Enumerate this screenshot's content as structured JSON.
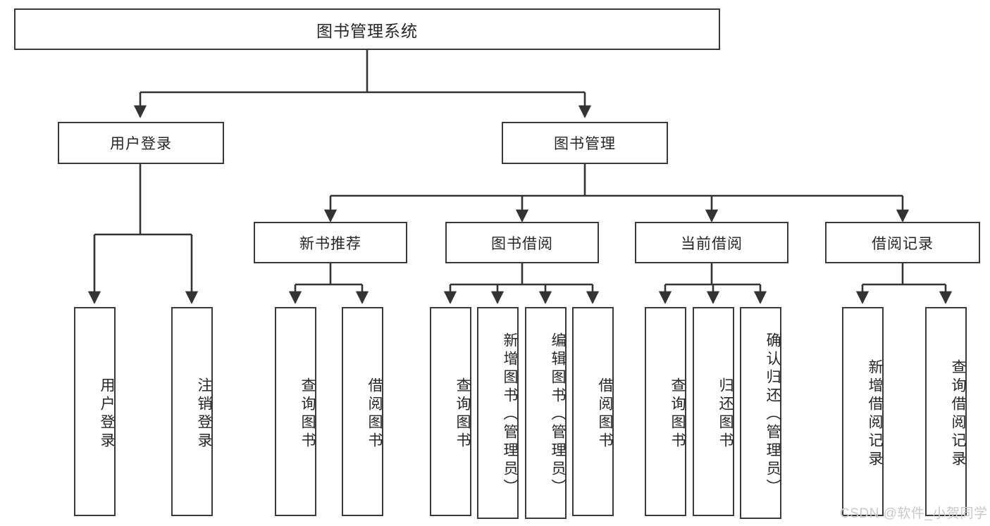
{
  "diagram": {
    "title": "图书管理系统",
    "type": "hierarchy-tree",
    "colors": {
      "box_border": "#3a3a3a",
      "box_fill": "#ffffff",
      "connector": "#333333",
      "text": "#262626",
      "watermark": "#c9c9c9",
      "background": "#ffffff"
    },
    "root": {
      "label": "图书管理系统"
    },
    "level1": [
      {
        "id": "user-login",
        "label": "用户登录"
      },
      {
        "id": "book-management",
        "label": "图书管理"
      }
    ],
    "level2": [
      {
        "id": "new-book-recommend",
        "label": "新书推荐",
        "parent": "book-management"
      },
      {
        "id": "book-borrow",
        "label": "图书借阅",
        "parent": "book-management"
      },
      {
        "id": "current-borrow",
        "label": "当前借阅",
        "parent": "book-management"
      },
      {
        "id": "borrow-record",
        "label": "借阅记录",
        "parent": "book-management"
      }
    ],
    "leaves": {
      "user_login": [
        {
          "id": "leaf-user-login",
          "label": "用户登录"
        },
        {
          "id": "leaf-user-logout",
          "label": "注销登录"
        }
      ],
      "new_book_recommend": [
        {
          "id": "leaf-query-book-1",
          "label": "查询图书"
        },
        {
          "id": "leaf-borrow-book-1",
          "label": "借阅图书"
        }
      ],
      "book_borrow": [
        {
          "id": "leaf-query-book-2",
          "label": "查询图书"
        },
        {
          "id": "leaf-add-book",
          "label": "新增图书（管理员）"
        },
        {
          "id": "leaf-edit-book",
          "label": "编辑图书（管理员）"
        },
        {
          "id": "leaf-borrow-book-2",
          "label": "借阅图书"
        }
      ],
      "current_borrow": [
        {
          "id": "leaf-query-book-3",
          "label": "查询图书"
        },
        {
          "id": "leaf-return-book",
          "label": "归还图书"
        },
        {
          "id": "leaf-confirm-return",
          "label": "确认归还（管理员）"
        }
      ],
      "borrow_record": [
        {
          "id": "leaf-add-record",
          "label": "新增借阅记录"
        },
        {
          "id": "leaf-query-record",
          "label": "查询借阅记录"
        }
      ]
    },
    "watermark": "CSDN @软件_小贺同学"
  }
}
